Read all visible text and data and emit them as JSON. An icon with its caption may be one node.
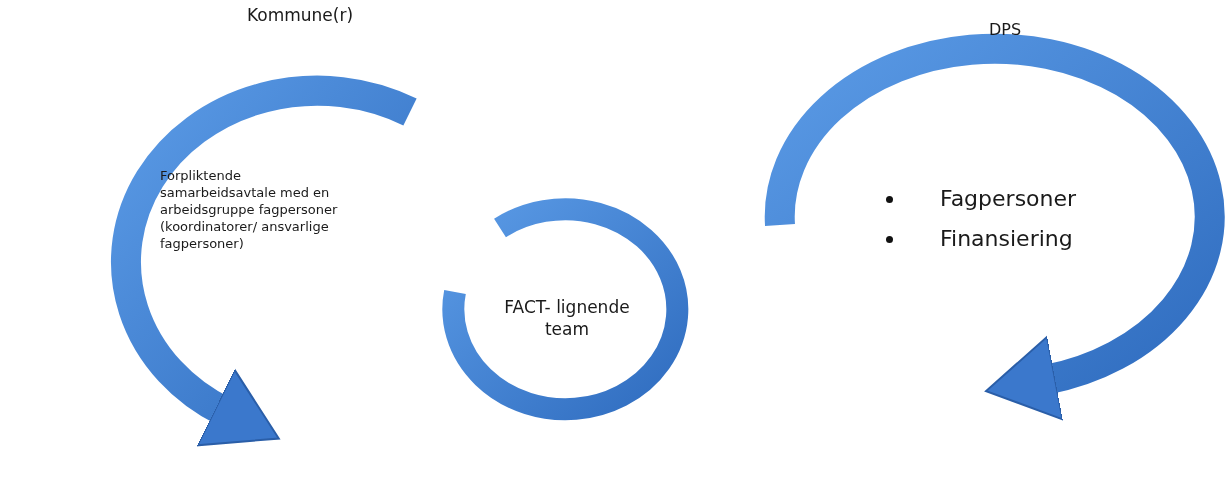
{
  "diagram": {
    "labels": [
      "Kommune(r)",
      "DPS",
      "Forpliktende samarbeidsavtale med en arbeidsgruppe fagpersoner (koordinatorer/ ansvarlige fagpersoner)",
      "FACT- lignende team",
      "Fagpersoner",
      "Finansiering"
    ]
  }
}
